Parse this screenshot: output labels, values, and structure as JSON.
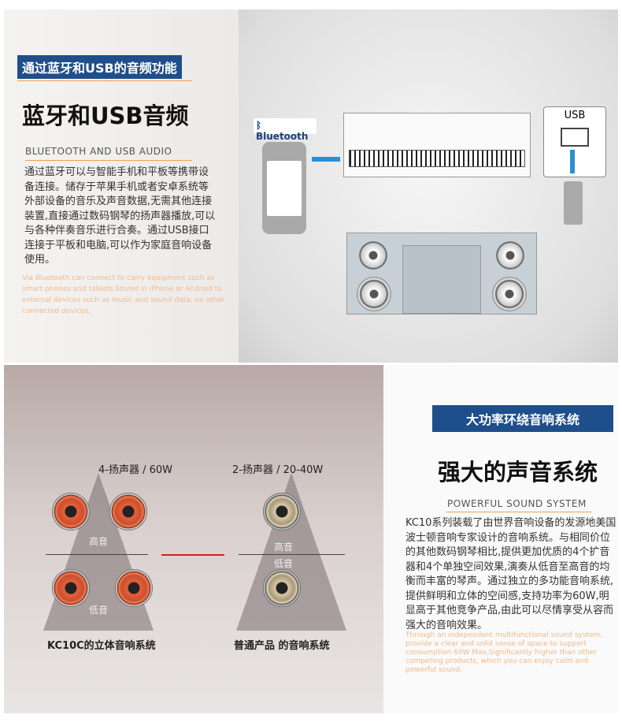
{
  "section1": {
    "banner": "通过蓝牙和USB的音频功能",
    "title": "蓝牙和USB音频",
    "subtitle": "BLUETOOTH AND USB AUDIO",
    "body_cn": "通过蓝牙可以与智能手机和平板等携带设备连接。储存于苹果手机或者安卓系统等外部设备的音乐及声音数据,无需其他连接装置,直接通过数码钢琴的扬声器播放,可以与各种伴奏音乐进行合奏。通过USB接口连接于平板和电脑,可以作为家庭音响设备使用。",
    "body_en": "Via Bluetooth can connect to carry equipment such as smart phones and tablets.Stored in iPhone or Android to external devices such as music and sound data, no other connected devices,",
    "bluetooth_logo": "Bluetooth",
    "usb_label": "USB"
  },
  "section2": {
    "left_label": "4-扬声器 / 60W",
    "right_label": "2-扬声器 / 20-40W",
    "high": "高音",
    "low": "低音",
    "left_caption": "KC10C的立体音响系统",
    "right_caption": "普通产品 的音响系统",
    "banner": "大功率环绕音响系统",
    "title": "强大的声音系统",
    "subtitle": "POWERFUL SOUND SYSTEM",
    "body_cn": "KC10系列装载了由世界音响设备的发源地美国波士顿音响专家设计的音响系统。与相同价位的其他数码钢琴相比,提供更加优质的4个扩音器和4个单独空间效果,演奏从低音至高音的均衡而丰富的琴声。通过独立的多功能音响系统,提供鲜明和立体的空间感,支持功率为60W,明显高于其他竞争产品,由此可以尽情享受从容而强大的音响效果。",
    "body_en": "Through an independent multifunctional sound system, provide a clear and solid sense of space to support consumption 60W Max,Significantly higher than other competing products, which you can enjoy calm and powerful sound."
  }
}
